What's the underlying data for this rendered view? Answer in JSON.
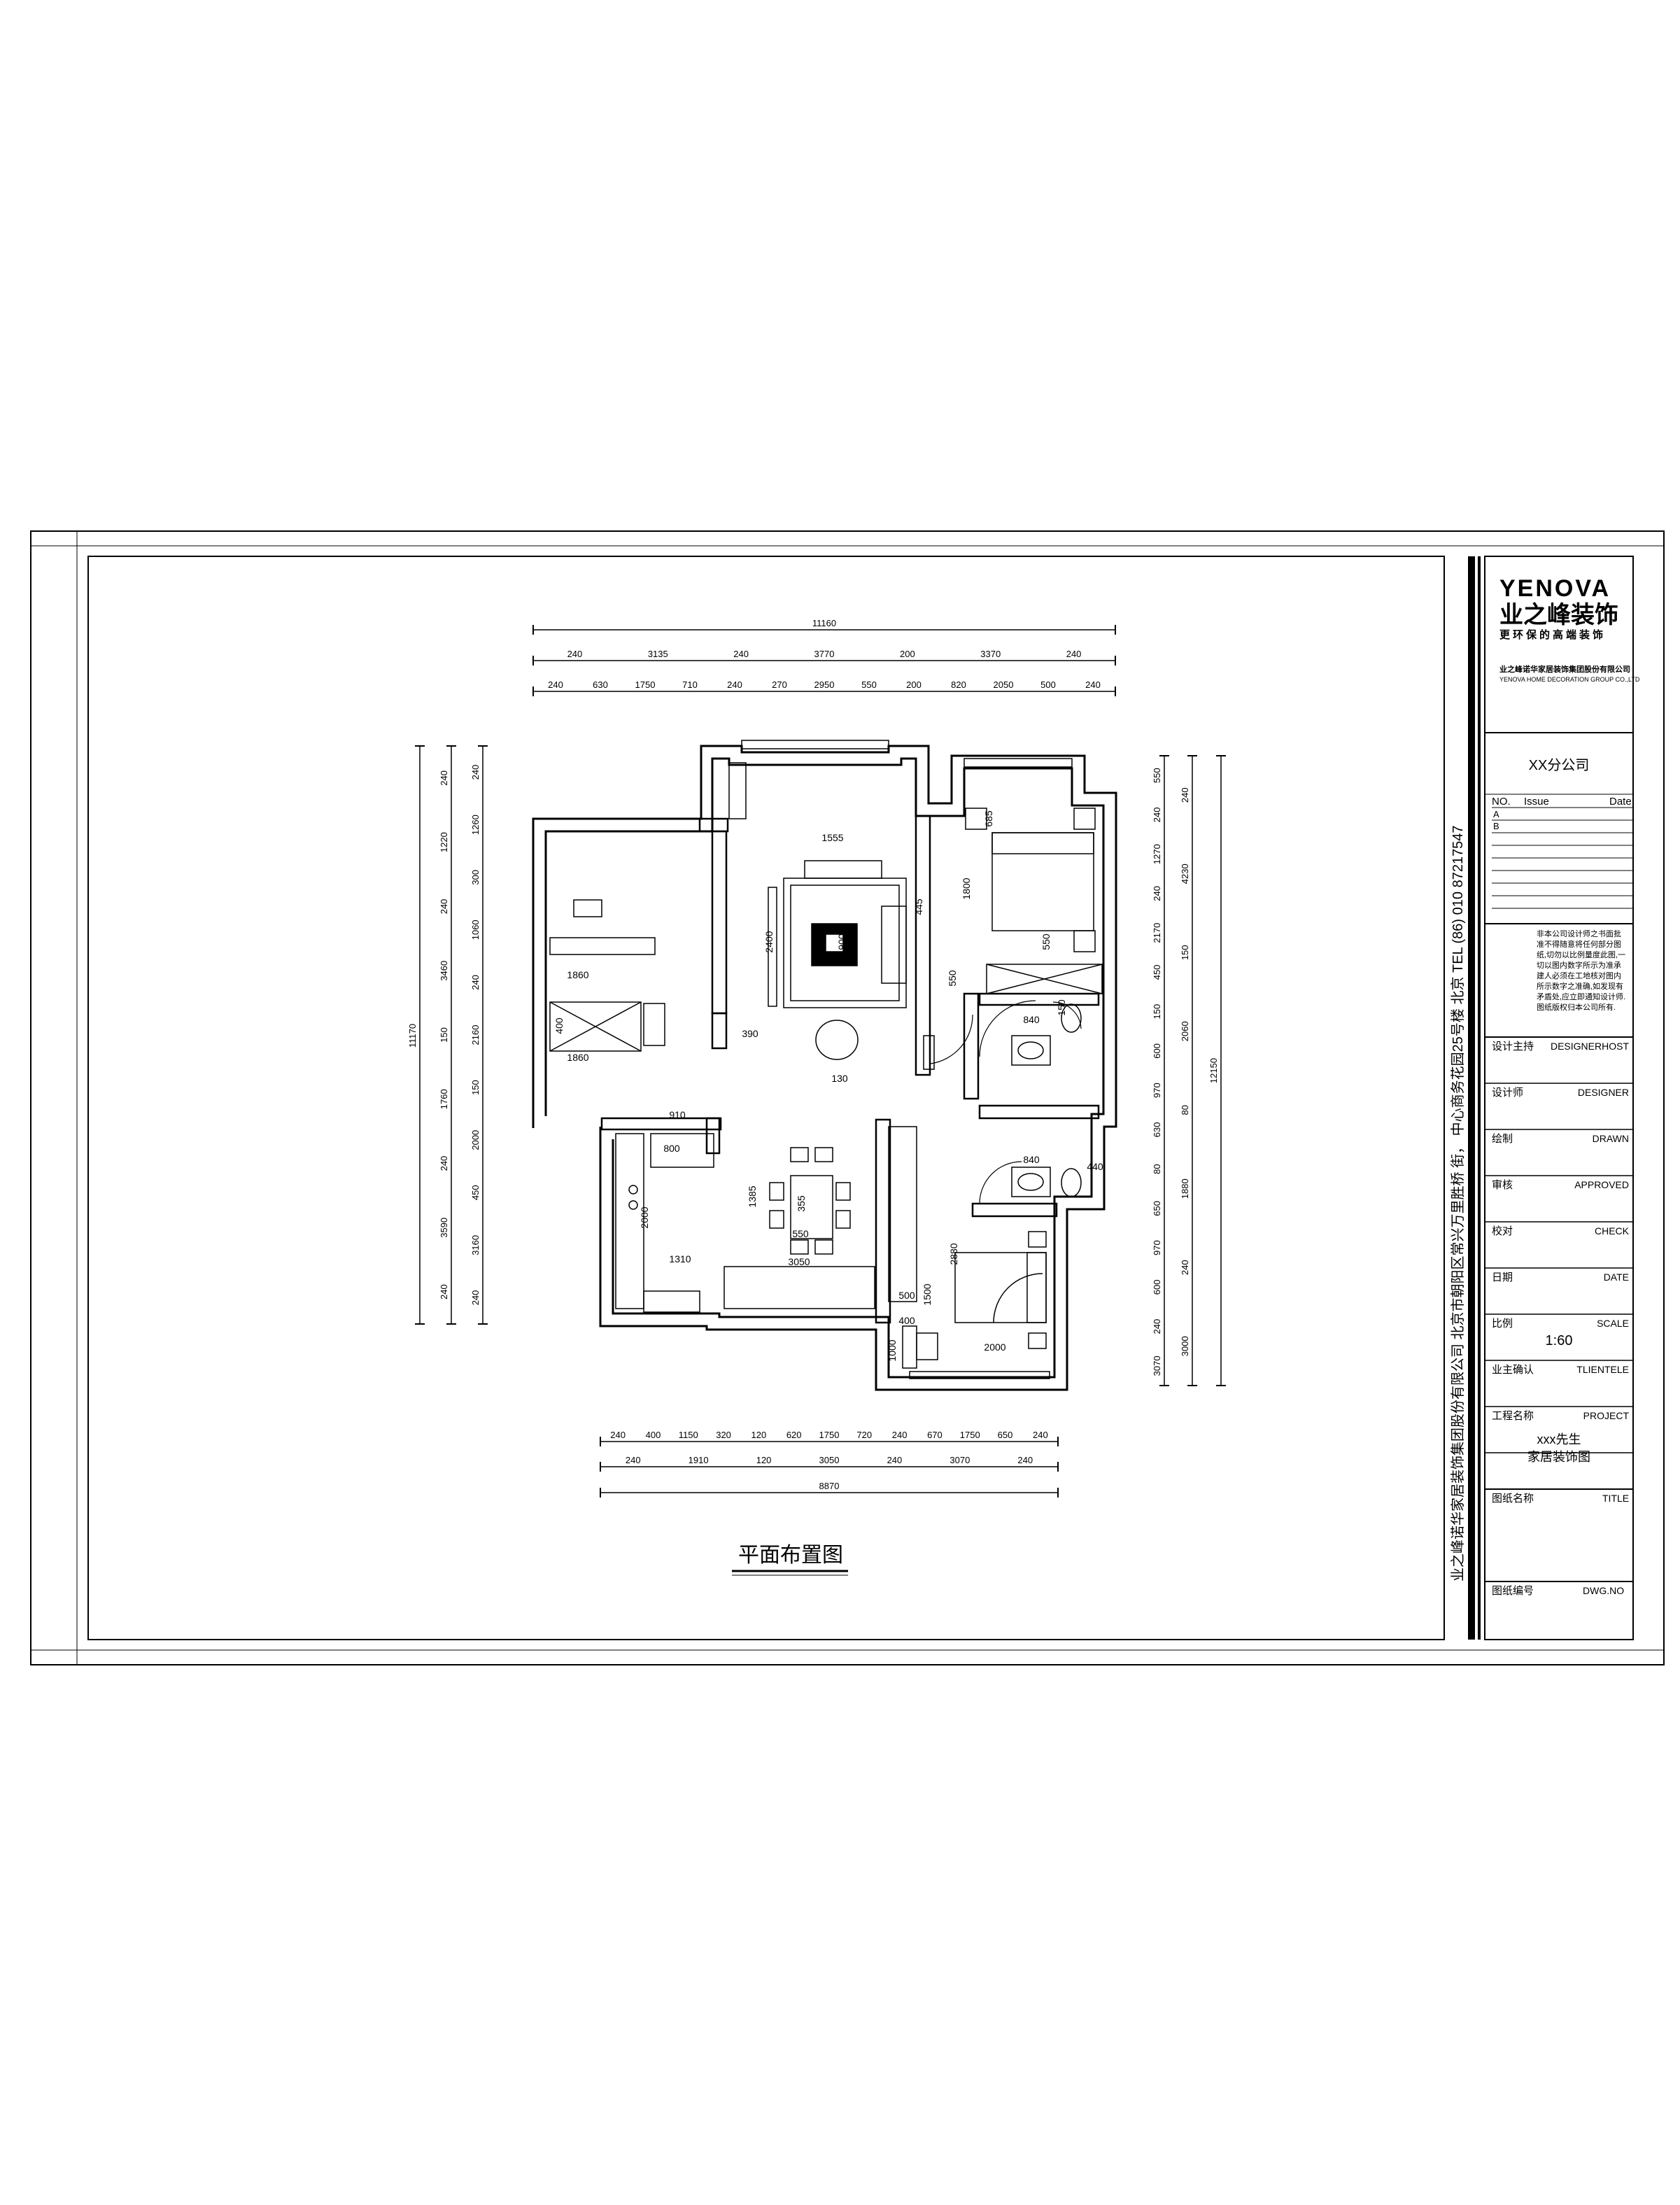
{
  "drawing": {
    "title": "平面布置图",
    "dimensions": {
      "top_total": "11160",
      "top_row1": [
        "240",
        "3135",
        "240",
        "3770",
        "200",
        "3370",
        "240"
      ],
      "top_row2": [
        "240",
        "630",
        "1750",
        "710",
        "240",
        "270",
        "2950",
        "550",
        "200",
        "820",
        "2050",
        "500",
        "240"
      ],
      "bottom_row1": [
        "240",
        "400",
        "1150",
        "320",
        "120",
        "620",
        "1750",
        "720",
        "240",
        "670",
        "1750",
        "650",
        "240"
      ],
      "bottom_row2": [
        "240",
        "1910",
        "120",
        "3050",
        "240",
        "3070",
        "240"
      ],
      "bottom_total": "8870",
      "left_total": "11170",
      "left_row1": [
        "240",
        "1220",
        "240",
        "3460",
        "150",
        "1760",
        "240",
        "3590",
        "240"
      ],
      "left_row2": [
        "240",
        "1260",
        "300",
        "1060",
        "240",
        "2160",
        "150",
        "2000",
        "450",
        "3160",
        "240"
      ],
      "right_total": "12150",
      "right_row1": [
        "550",
        "240",
        "1270",
        "240",
        "2170",
        "450",
        "150",
        "600",
        "970",
        "630",
        "80",
        "650",
        "970",
        "600",
        "240",
        "3070"
      ],
      "right_row2": [
        "240",
        "4230",
        "150",
        "2060",
        "80",
        "1880",
        "240",
        "3000"
      ]
    },
    "room_labels": {
      "study_desk": "1860",
      "study_shelf": "1860",
      "study_shelf_depth": "400",
      "living_sofa_w": "1555",
      "living_table": "900",
      "living_side": "445",
      "living_tv": "2400",
      "living_chair": "390",
      "living_round": "130",
      "bedroom_bed": "1800",
      "bedroom_side": "685",
      "bedroom_wardrobe": "550",
      "bedroom_ward2": "550",
      "bath1_basin": "840",
      "bath1_gap": "150",
      "bath2_basin": "840",
      "bath2_gap": "440",
      "kitchen_top": "910",
      "kitchen_fridge": "800",
      "kitchen_side": "2000",
      "kitchen_bottom": "1310",
      "dining_depth": "1385",
      "dining_table": "355",
      "dining_chair": "550",
      "balcony_len": "3050",
      "bed2_width": "2000",
      "bed2_side": "1500",
      "bed2_wall": "1000",
      "bed2_cab1": "500",
      "bed2_cab2": "400",
      "bed2_desk": "2880"
    },
    "side_note": "业之峰诺华家居装饰集团股份有限公司  北京市朝阳区常兴万里胜桥  街，  中心商务花园25号楼     北京   TEL  (86)  010  87217547"
  },
  "title_block": {
    "logo_en": "YENOVA",
    "logo_cn": "业之峰装饰",
    "tagline": "更环保的高端装饰",
    "company_cn": "业之峰诺华家居装饰集团股份有限公司",
    "company_en": "YENOVA HOME DECORATION GROUP CO.,LTD",
    "branch": "XX分公司",
    "revision_headers": [
      "NO.",
      "Issue",
      "Date"
    ],
    "revision_rows": [
      "A",
      "B"
    ],
    "notice": "非本公司设计师之书面批准不得随意将任何部分图纸,切勿以比例量度此图,一切以图内数字所示为准承建人必须在工地核对图内所示数字之准确,如发现有矛盾处,应立即通知设计师.图纸版权归本公司所有.",
    "fields": [
      {
        "cn": "设计主持",
        "en": "DESIGNERHOST",
        "value": ""
      },
      {
        "cn": "设计师",
        "en": "DESIGNER",
        "value": ""
      },
      {
        "cn": "绘制",
        "en": "DRAWN",
        "value": ""
      },
      {
        "cn": "审核",
        "en": "APPROVED",
        "value": ""
      },
      {
        "cn": "校对",
        "en": "CHECK",
        "value": ""
      },
      {
        "cn": "日期",
        "en": "DATE",
        "value": ""
      },
      {
        "cn": "比例",
        "en": "SCALE",
        "value": "1:60"
      },
      {
        "cn": "业主确认",
        "en": "TLIENTELE",
        "value": ""
      },
      {
        "cn": "工程名称",
        "en": "PROJECT",
        "value": ""
      }
    ],
    "project_line1": "xxx先生",
    "project_line2": "家居装饰图",
    "title_label_cn": "图纸名称",
    "title_label_en": "TITLE",
    "dwg_label_cn": "图纸编号",
    "dwg_label_en": "DWG.NO"
  },
  "colors": {
    "line": "#000000",
    "background": "#ffffff"
  }
}
